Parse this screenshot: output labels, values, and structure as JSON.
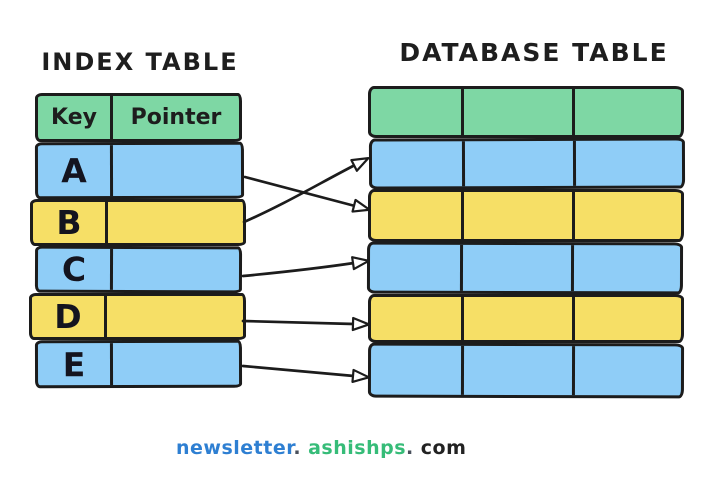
{
  "titles": {
    "index": "INDEX TABLE",
    "database": "DATABASE TABLE"
  },
  "index_table": {
    "header_color": "green",
    "headers": [
      "Key",
      "Pointer"
    ],
    "rows": [
      {
        "key": "A",
        "color": "blue"
      },
      {
        "key": "B",
        "color": "yellow"
      },
      {
        "key": "C",
        "color": "blue"
      },
      {
        "key": "D",
        "color": "yellow"
      },
      {
        "key": "E",
        "color": "blue"
      }
    ]
  },
  "database_table": {
    "columns": 3,
    "rows": [
      {
        "color": "green"
      },
      {
        "color": "blue"
      },
      {
        "color": "yellow"
      },
      {
        "color": "blue"
      },
      {
        "color": "yellow"
      },
      {
        "color": "blue"
      }
    ]
  },
  "arrows": [
    {
      "from_key": "A",
      "to_db_row": 3
    },
    {
      "from_key": "B",
      "to_db_row": 2
    },
    {
      "from_key": "C",
      "to_db_row": 4
    },
    {
      "from_key": "D",
      "to_db_row": 5
    },
    {
      "from_key": "E",
      "to_db_row": 6
    }
  ],
  "footer": {
    "part1": "newsletter",
    "dot1": ".",
    "part2": "ashishps",
    "dot2": ".",
    "part3": "com"
  },
  "colors": {
    "green": "#7ed7a4",
    "blue": "#8fcdf7",
    "yellow": "#f6df66",
    "ink": "#1c1c1c",
    "footer_blue": "#2e7fd2",
    "footer_green": "#36bc78",
    "footer_dot": "#49505c",
    "footer_dark": "#222222"
  }
}
